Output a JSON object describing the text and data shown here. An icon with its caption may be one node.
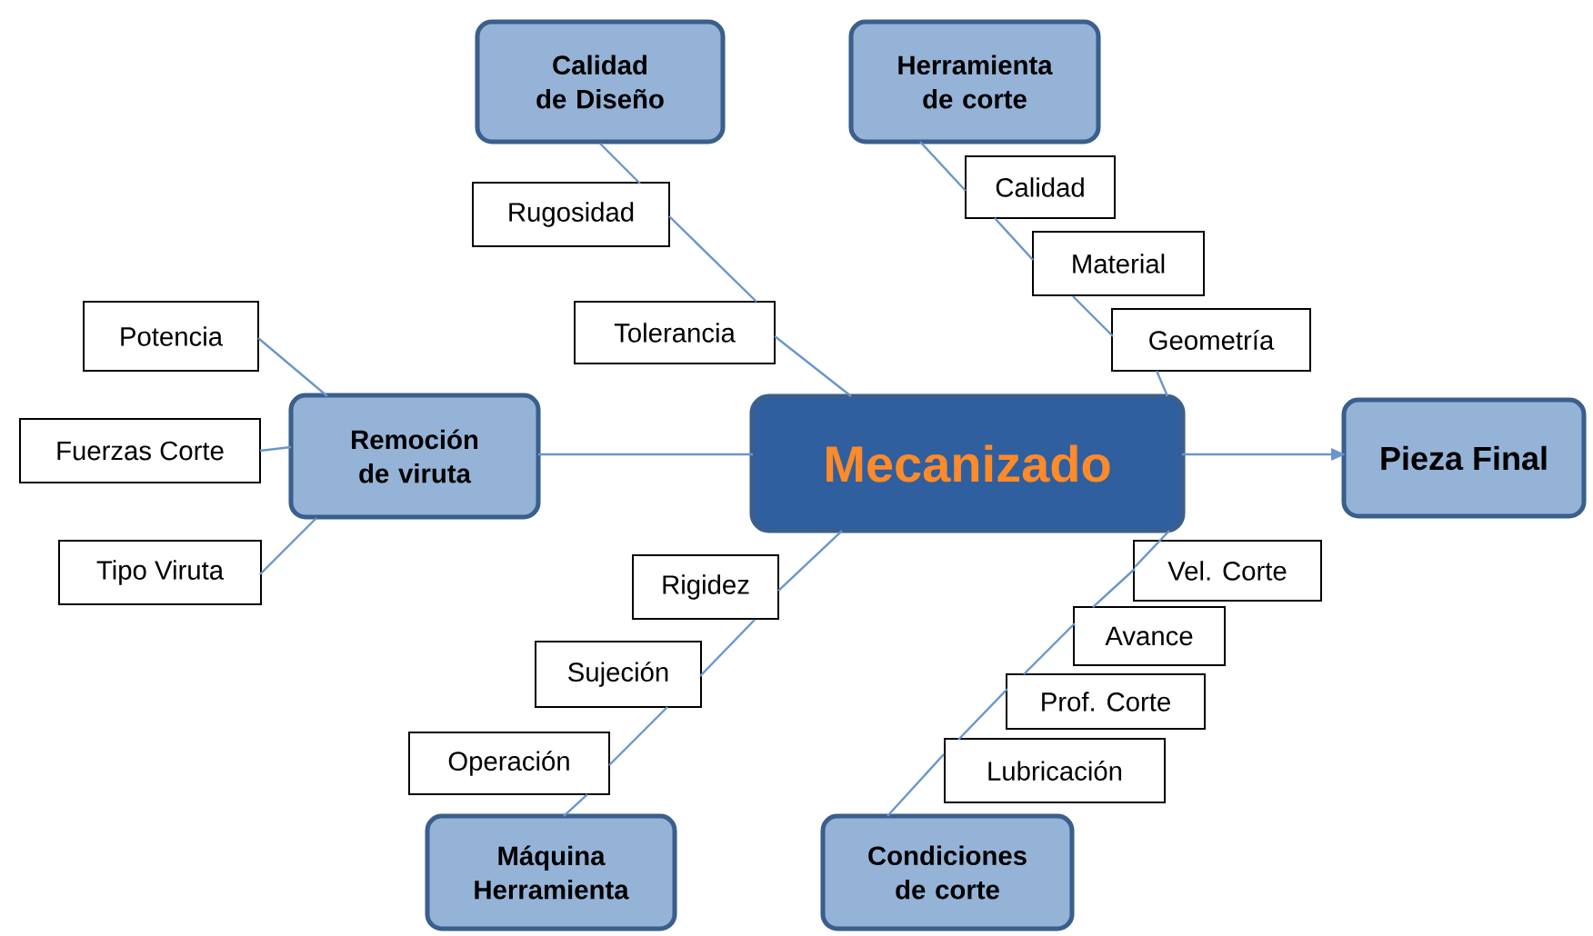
{
  "diagram": {
    "nodes": [
      {
        "text": [
          "Calidad de Diseño"
        ]
      },
      {
        "text": [
          "Herramienta de corte"
        ]
      },
      {
        "text": [
          "Rugosidad"
        ]
      },
      {
        "text": [
          "Tolerancia"
        ]
      },
      {
        "text": [
          "Calidad"
        ]
      },
      {
        "text": [
          "Material"
        ]
      },
      {
        "text": [
          "Geometría"
        ]
      },
      {
        "text": [
          "Potencia"
        ]
      },
      {
        "text": [
          "Fuerzas Corte"
        ]
      },
      {
        "text": [
          "Remoción de viruta"
        ]
      },
      {
        "text": [
          "Mecanizado"
        ]
      },
      {
        "text": [
          "Pieza Final"
        ]
      },
      {
        "text": [
          "Tipo Viruta"
        ]
      },
      {
        "text": [
          "Rigidez"
        ]
      },
      {
        "text": [
          "Sujeción"
        ]
      },
      {
        "text": [
          "Operación"
        ]
      },
      {
        "text": [
          "Vel. Corte"
        ]
      },
      {
        "text": [
          "Avance"
        ]
      },
      {
        "text": [
          "Prof. Corte"
        ]
      },
      {
        "text": [
          "Lubricación"
        ]
      },
      {
        "text": [
          "Máquina Herramienta"
        ]
      },
      {
        "text": [
          "Condiciones de corte"
        ]
      }
    ],
    "edges": [
      {
        "from": 0,
        "to": 2,
        "arrow": "none"
      },
      {
        "from": 2,
        "to": 3,
        "arrow": "none"
      },
      {
        "from": 3,
        "to": 10,
        "arrow": "none"
      },
      {
        "from": 1,
        "to": 4,
        "arrow": "none"
      },
      {
        "from": 4,
        "to": 5,
        "arrow": "none"
      },
      {
        "from": 5,
        "to": 6,
        "arrow": "none"
      },
      {
        "from": 6,
        "to": 10,
        "arrow": "none"
      },
      {
        "from": 7,
        "to": 9,
        "arrow": "none"
      },
      {
        "from": 8,
        "to": 9,
        "arrow": "none"
      },
      {
        "from": 12,
        "to": 9,
        "arrow": "none"
      },
      {
        "from": 9,
        "to": 10,
        "arrow": "none"
      },
      {
        "from": 10,
        "to": 11,
        "arrow": "to"
      },
      {
        "from": 10,
        "to": 13,
        "arrow": "none"
      },
      {
        "from": 13,
        "to": 14,
        "arrow": "none"
      },
      {
        "from": 14,
        "to": 15,
        "arrow": "none"
      },
      {
        "from": 15,
        "to": 20,
        "arrow": "none"
      },
      {
        "from": 10,
        "to": 16,
        "arrow": "none"
      },
      {
        "from": 16,
        "to": 17,
        "arrow": "none"
      },
      {
        "from": 17,
        "to": 18,
        "arrow": "none"
      },
      {
        "from": 18,
        "to": 19,
        "arrow": "none"
      },
      {
        "from": 19,
        "to": 21,
        "arrow": "none"
      }
    ]
  }
}
